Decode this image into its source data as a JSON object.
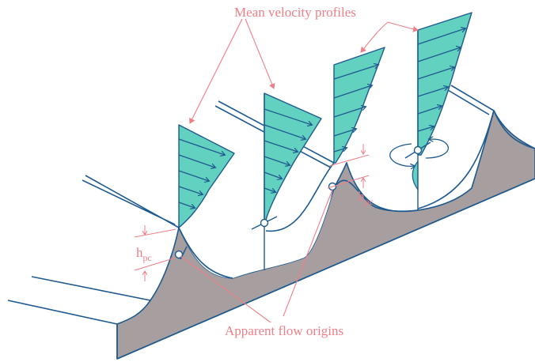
{
  "labels": {
    "top": "Mean velocity profiles",
    "bottom": "Apparent flow origins",
    "h_main_1": "h",
    "h_sub_1": "pc",
    "h_main_2": "h",
    "h_sub_2": "pc"
  },
  "colors": {
    "profile_fill": "#63d1bf",
    "line": "#1e5a8f",
    "surface": "#a79f9f",
    "annotation": "#ee7f88"
  }
}
